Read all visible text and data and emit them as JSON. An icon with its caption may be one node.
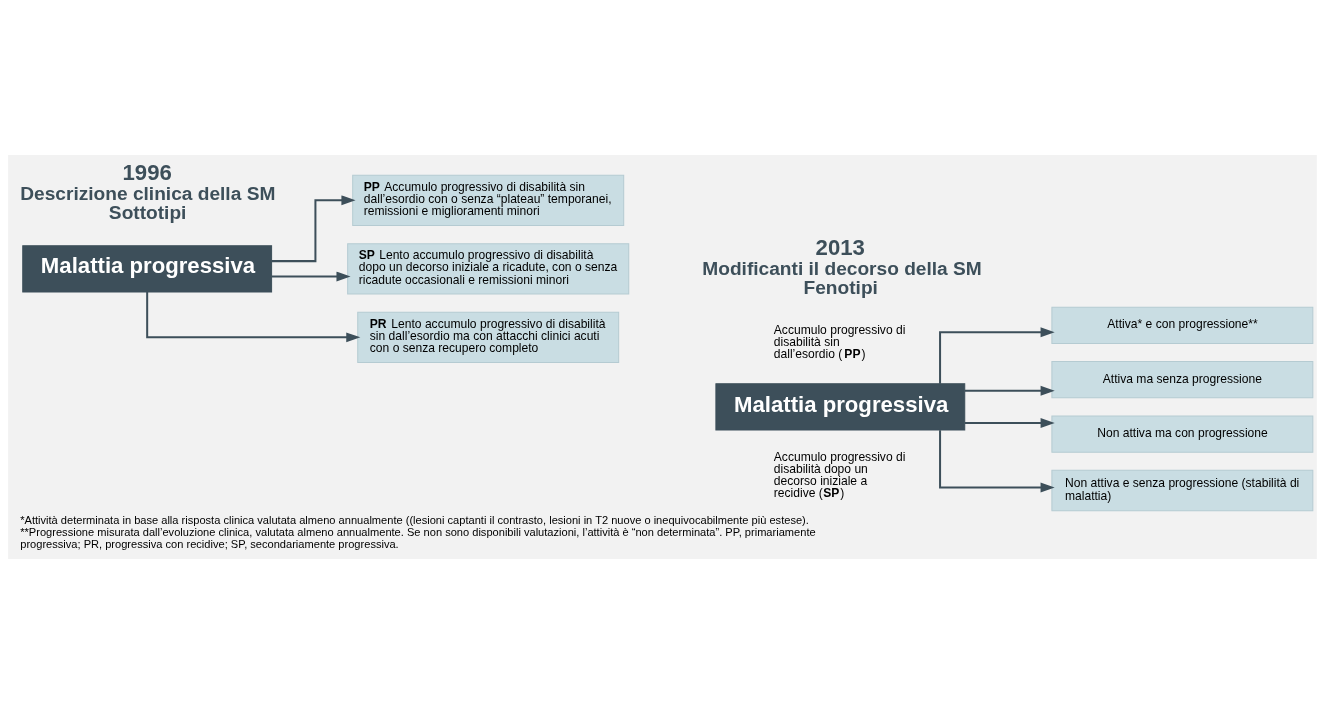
{
  "diagram": {
    "caption": "*Attività determinata in base alla risposta clinica valutata almeno annualmente ((lesioni captanti il contrasto, lesioni in T2 nuove o inequivocabilmente più estese). **Progressione misurata dall’evoluzione clinica, valutata almeno annualmente. Se non sono disponibili valutazioni, l’attività è “non determinata”. PP, primariamente progressiva; PR, progressiva con recidive; SP, secondariamente progressiva.",
    "nodes": [
      {
        "text": [
          "Malattia progressiva"
        ]
      },
      {
        "text": [
          "**PP** Accumulo progressivo di disabilità sin dall’esordio con o senza “plateau” temporanei, remissioni e miglioramenti minori"
        ]
      },
      {
        "text": [
          "**SP** Lento accumulo progressivo di disabilità dopo un decorso iniziale a ricadute, con o senza ricadute occasionali e remissioni minori"
        ]
      },
      {
        "text": [
          "**PR** Lento accumulo progressivo di disabilità sin dall’esordio ma con attacchi clinici acuti con o senza recupero completo"
        ]
      },
      {
        "text": [
          "Malattia progressiva"
        ],
        "beside": [
          "Accumulo progressivo di disabilità sin dall’esordio (**PP**)",
          "Accumulo progressivo di disabilità dopo un decorso iniziale a recidive (**SP**)"
        ]
      },
      {
        "text": [
          "Attiva* e con progressione**"
        ]
      },
      {
        "text": [
          "Attiva ma senza progressione"
        ]
      },
      {
        "text": [
          "Non attiva ma con progressione"
        ]
      },
      {
        "text": [
          "Non attiva e senza progressione (stabilità di malattia)"
        ]
      }
    ],
    "edges": [
      {
        "from": 0,
        "to": 1,
        "arrow": "to"
      },
      {
        "from": 0,
        "to": 2,
        "arrow": "to"
      },
      {
        "from": 0,
        "to": 3,
        "arrow": "to"
      },
      {
        "from": 4,
        "to": 5,
        "arrow": "to"
      },
      {
        "from": 4,
        "to": 6,
        "arrow": "to"
      },
      {
        "from": 4,
        "to": 7,
        "arrow": "to"
      },
      {
        "from": 4,
        "to": 8,
        "arrow": "to"
      }
    ],
    "labels": [
      "1996",
      "Descrizione clinica della SM",
      "Sottotipi",
      "2013",
      "Modificanti il decorso della SM",
      "Fenotipi"
    ]
  }
}
